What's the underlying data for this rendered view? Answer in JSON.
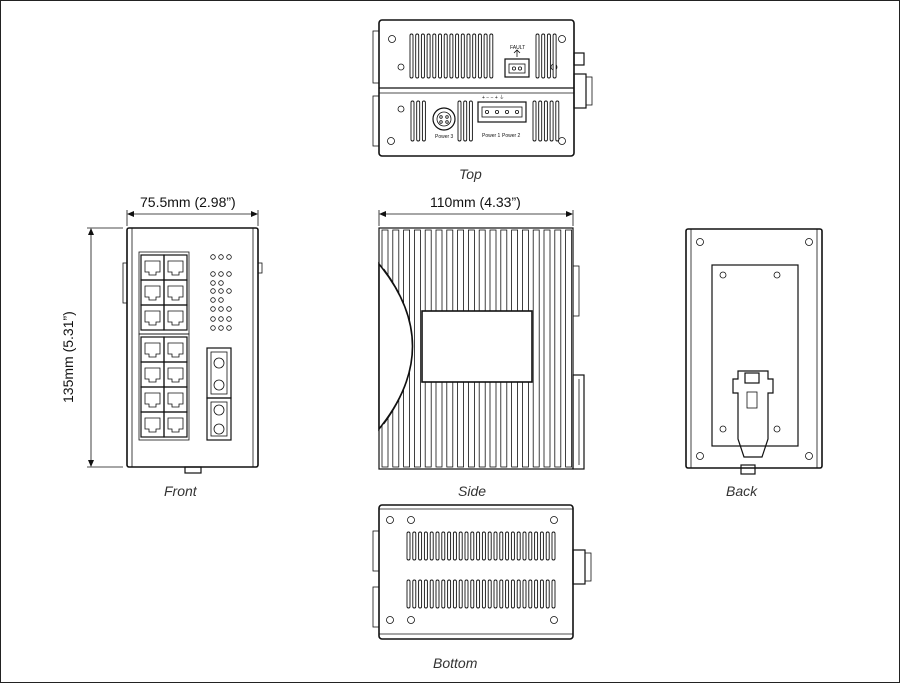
{
  "views": {
    "top": "Top",
    "front": "Front",
    "side": "Side",
    "back": "Back",
    "bottom": "Bottom"
  },
  "dimensions": {
    "width": "75.5mm (2.98”)",
    "depth": "110mm (4.33”)",
    "height": "135mm (5.31”)"
  },
  "top_labels": {
    "fault": "FAULT",
    "terminal_symbols": "+  −  −  +  ⏚",
    "power3": "Power 3",
    "power1": "Power 1",
    "power2": "Power 2"
  },
  "colors": {
    "line": "#111111",
    "label": "#333333",
    "background": "#ffffff"
  }
}
